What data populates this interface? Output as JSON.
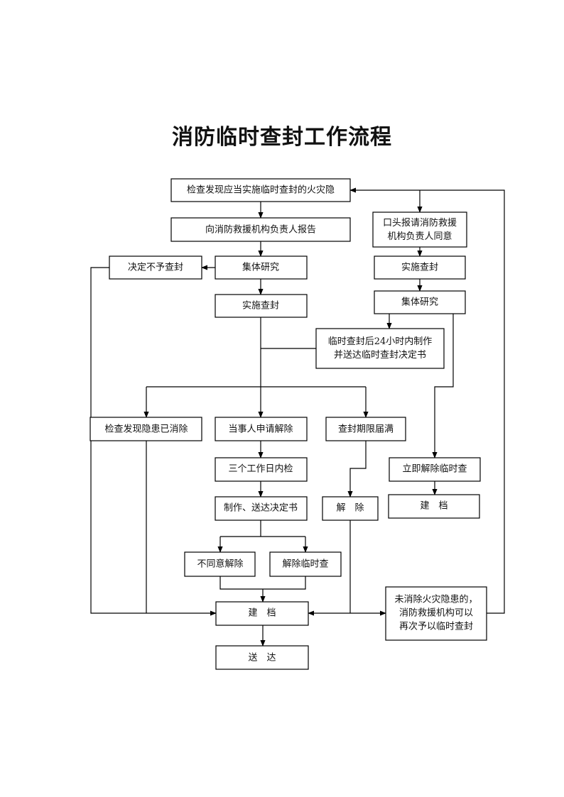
{
  "title": "消防临时查封工作流程",
  "nodes": {
    "n1": [
      "检查发现应当实施临时查封的火灾隐"
    ],
    "n2": [
      "向消防救援机构负责人报告"
    ],
    "n3": [
      "集体研究"
    ],
    "n4": [
      "决定不予查封"
    ],
    "n5": [
      "实施查封"
    ],
    "n6": [
      "口头报请消防救援",
      "机构负责人同意"
    ],
    "n7": [
      "实施查封"
    ],
    "n8": [
      "集体研究"
    ],
    "n9": [
      "临时查封后24小时内制作",
      "并送达临时查封决定书"
    ],
    "n10": [
      "检查发现隐患已消除"
    ],
    "n11": [
      "当事人申请解除"
    ],
    "n12": [
      "查封期限届满"
    ],
    "n13": [
      "立即解除临时查"
    ],
    "n14": [
      "三个工作日内检"
    ],
    "n15": [
      "制作、送达决定书"
    ],
    "n16": [
      "解　除"
    ],
    "n17": [
      "建　档"
    ],
    "n18": [
      "不同意解除"
    ],
    "n19": [
      "解除临时查"
    ],
    "n20": [
      "建　档"
    ],
    "n21": [
      "未消除火灾隐患的，",
      "消防救援机构可以",
      "再次予以临时查封"
    ],
    "n22": [
      "送　达"
    ]
  }
}
